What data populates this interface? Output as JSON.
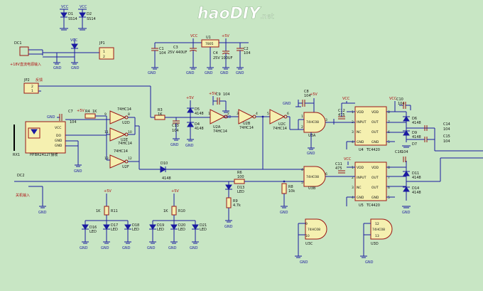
{
  "watermark": {
    "main": "haoDIY",
    "suffix": ".net"
  },
  "labels": {
    "vcc": "VCC",
    "gnd": "GND",
    "v5": "+5V",
    "d1": "D1",
    "d2": "D2",
    "ss14": "SS14",
    "dc1": "DC1",
    "dc1_note": "+18V直流电源输入",
    "jp1": "JP1",
    "jp1_p1": "1",
    "jp1_p2": "2",
    "c1": "C1",
    "c1v": "104",
    "c3": "C3",
    "c3v": "25V 440UF",
    "u1": "U1",
    "u1v": "7805",
    "c4": "C4",
    "c4v": "25V 100UF",
    "c2": "C2",
    "c2v": "104",
    "jp2": "JP2",
    "jp2_note": "反馈",
    "jp2_p1": "2",
    "jp2_p2": "1",
    "c7": "C7",
    "c7v": "104",
    "r4": "R4",
    "r4v": "1K",
    "u2d": "74HC14",
    "u2d_n": "U2D",
    "u2e": "74HC14",
    "u2e_n": "U2E",
    "u2f": "74HC14",
    "u2f_n": "U2F",
    "r3": "R3",
    "r3v": "1K",
    "c13": "C13",
    "c13v": "104",
    "d5": "D5",
    "d5v": "4148",
    "d4": "D4",
    "d4v": "4148",
    "c9": "C9",
    "c9v": "104",
    "u2a": "U2A",
    "u2a_t": "74HC14",
    "u2b": "U2B",
    "u2b_t": "74HC14",
    "u2c": "U2C",
    "u2c_t": "74HC14",
    "c8": "C8",
    "c8v": "104",
    "u3a": "U3A",
    "u3a_t": "74HC08",
    "u3b": "U3B",
    "u3b_t": "74HC08",
    "u3c": "U3C",
    "u3c_t": "74HC08",
    "u3d": "U3D",
    "u3d_t": "74HC08",
    "c12": "C12",
    "c12v": "475",
    "c11": "C11",
    "c11v": "475",
    "u4": "U4",
    "u4_t": "TC4420",
    "u5": "U5",
    "u5_t": "TC4420",
    "c10": "C10",
    "c10v": "104",
    "c16": "C16",
    "c16v": "104",
    "d6": "D6",
    "d7": "D7",
    "d9": "D9",
    "d11": "D11",
    "d14": "D14",
    "dv4148": "4148",
    "c14": "C14",
    "c14v": "104",
    "c15": "C15",
    "c15v": "104",
    "rx1": "RX1",
    "rx1_note": "HFBR2412T接收",
    "rx_vcc": "VCC",
    "rx_do": "DO",
    "rx_gnd1": "GND",
    "rx_gnd2": "GND",
    "d10": "D10",
    "d10v": "4148",
    "dc2": "DC2",
    "dc2_note": "关机输入",
    "r6": "R6",
    "r6v": "100",
    "r8": "R8",
    "r8v": "10k",
    "d13": "D13",
    "d13v": "LED",
    "r9": "R9",
    "r9v": "4.7k",
    "r11": "R11",
    "r11v": "1K",
    "r10": "R10",
    "r10v": "1K",
    "d16": "D16",
    "d17": "D17",
    "d18": "D18",
    "d19": "D19",
    "d20": "D20",
    "d21": "D21",
    "ledv": "LED",
    "tc_vdd": "VDD",
    "tc_in": "INPUT",
    "tc_nc": "NC",
    "tc_gnd": "GND",
    "tc_vdd2": "VDD",
    "tc_out": "OUT",
    "tc_out2": "OUT",
    "tc_gnd2": "GND",
    "p1": "1",
    "p2": "2",
    "p3": "3",
    "p4": "4",
    "p5": "5",
    "p6": "6",
    "p7": "7",
    "p8": "8",
    "p9": "9",
    "p10": "10",
    "p11": "11",
    "p12": "12",
    "p13": "13"
  }
}
